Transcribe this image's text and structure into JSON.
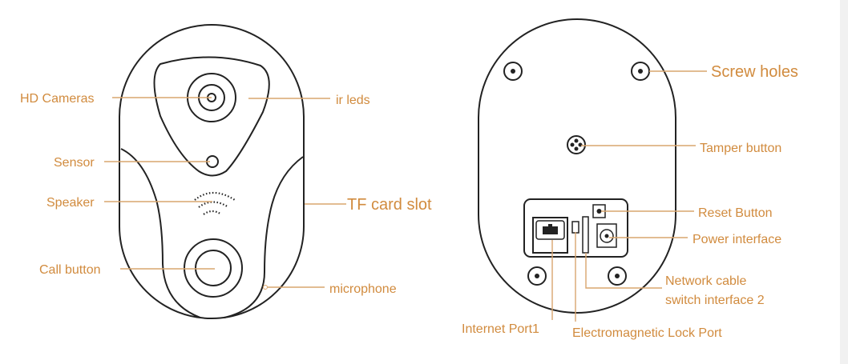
{
  "colors": {
    "label": "#d18b3e",
    "leader": "#d9a66e",
    "outline": "#222222"
  },
  "front": {
    "labels": {
      "hd_cameras": "HD Cameras",
      "ir_leds": "ir leds",
      "sensor": "Sensor",
      "speaker": "Speaker",
      "tf_card_slot": "TF card slot",
      "call_button": "Call button",
      "microphone": "microphone"
    }
  },
  "back": {
    "labels": {
      "screw_holes": "Screw holes",
      "tamper_button": "Tamper button",
      "reset_button": "Reset Button",
      "power_interface": "Power interface",
      "network_cable_line1": "Network cable",
      "network_cable_line2": "switch interface 2",
      "internet_port": "Internet Port1",
      "em_lock_port": "Electromagnetic Lock Port"
    }
  }
}
